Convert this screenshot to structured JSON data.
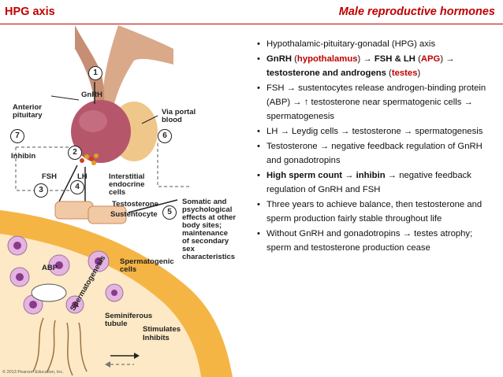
{
  "header": {
    "left_title": "HPG axis",
    "right_title": "Male reproductive hormones"
  },
  "figure": {
    "labels": {
      "gnrh": "GnRH",
      "anterior_pituitary": "Anterior\npituitary",
      "via_portal_blood": "Via portal\nblood",
      "inhibin": "Inhibin",
      "fsh": "FSH",
      "lh": "LH",
      "interstitial": "Interstitial\nendocrine\ncells",
      "testosterone": "Testosterone",
      "sustentocyte": "Sustentocyte",
      "somatic": "Somatic and\npsychological\neffects at other\nbody sites;\nmaintenance\nof secondary sex\ncharacteristics",
      "abp": "ABP",
      "spermatogenic": "Spermatogenic\ncells",
      "spermatogenesis": "Spermatogenesis",
      "seminiferous": "Seminiferous\ntubule",
      "stimulates": "Stimulates",
      "inhibits": "Inhibits",
      "copyright": "© 2013 Pearson Education, Inc."
    },
    "steps": [
      "1",
      "2",
      "3",
      "4",
      "5",
      "6",
      "7"
    ]
  },
  "bullets": {
    "b1": "Hypothalamic-pituitary-gonadal (HPG) axis",
    "b2": {
      "gnrh": "GnRH",
      "p1": " (",
      "hypothalamus": "hypothalamus",
      "p2": ") → ",
      "fsh_lh": "FSH & LH",
      "p3": " (",
      "apg": "APG",
      "p4": ") → ",
      "testosterone": "testosterone and androgens",
      "p5": " (",
      "testes": "testes",
      "p6": ")"
    },
    "b3": "FSH → sustentocytes release androgen-binding protein (ABP) → ↑ testosterone near spermatogenic cells → spermatogenesis",
    "b4": "LH → Leydig cells → testosterone → spermatogenesis",
    "b5": "Testosterone → negative feedback regulation of GnRH and gonadotropins",
    "b6": {
      "bold": "High sperm count → inhibin",
      "rest": " → negative feedback regulation of GnRH and FSH"
    },
    "b7": "Three years to achieve balance, then testosterone and sperm production fairly stable throughout life",
    "b8": "Without GnRH and gonadotropins → testes atrophy; sperm and testosterone production cease"
  }
}
